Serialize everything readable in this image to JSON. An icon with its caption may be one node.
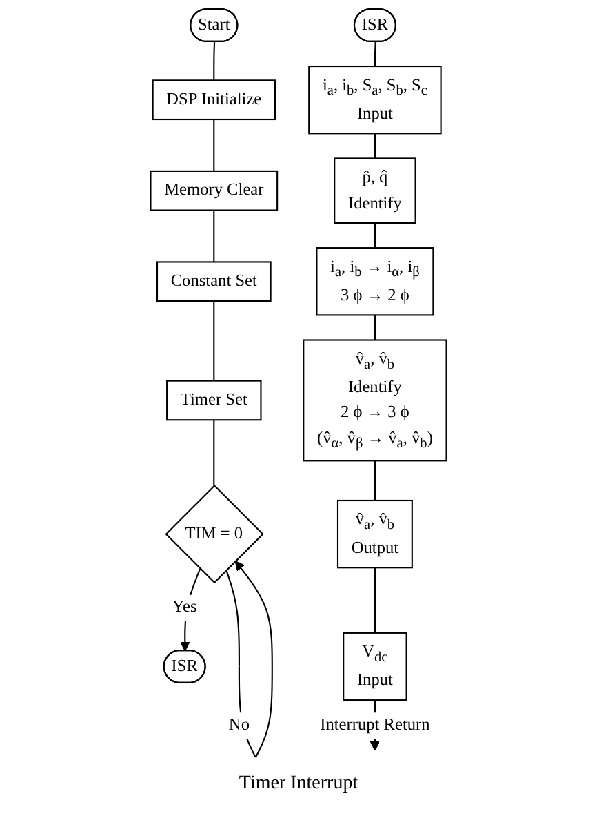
{
  "diagram": {
    "nodes": [
      {
        "text": [
          "Start"
        ]
      },
      {
        "text": [
          "DSP Initialize"
        ]
      },
      {
        "text": [
          "Memory Clear"
        ]
      },
      {
        "text": [
          "Constant Set"
        ]
      },
      {
        "text": [
          "Timer Set"
        ]
      },
      {
        "text": [
          "TIM = 0"
        ]
      },
      {
        "text": [
          "ISR"
        ]
      },
      {
        "text": [
          "ISR"
        ]
      },
      {
        "text": [
          "i$_{a}$, i$_{b}$, S$_{a}$, S$_{b}$, S$_{c}$",
          "Input"
        ]
      },
      {
        "text": [
          "p̂, q̂",
          "Identify"
        ]
      },
      {
        "text": [
          "i$_{a}$, i$_{b}$ → i$_{α}$, i$_{β}$",
          "3 ϕ → 2 ϕ"
        ]
      },
      {
        "text": [
          "v̂$_{a}$, v̂$_{b}$",
          "Identify",
          "2 ϕ → 3 ϕ",
          "(v̂$_{α}$, v̂$_{β}$ → v̂$_{a}$, v̂$_{b}$)"
        ]
      },
      {
        "text": [
          "v̂$_{a}$, v̂$_{b}$",
          "Output"
        ]
      },
      {
        "text": [
          "V$_{dc}$",
          "Input"
        ]
      }
    ],
    "edges": [
      {
        "from": 0,
        "to": 1,
        "arrow": "none"
      },
      {
        "from": 1,
        "to": 2,
        "arrow": "none"
      },
      {
        "from": 2,
        "to": 3,
        "arrow": "none"
      },
      {
        "from": 3,
        "to": 4,
        "arrow": "none"
      },
      {
        "from": 4,
        "to": 5,
        "arrow": "none"
      },
      {
        "from": 5,
        "to": 5,
        "arrow": "to",
        "label": "No"
      },
      {
        "from": 5,
        "to": 6,
        "arrow": "to",
        "label": "Yes"
      },
      {
        "from": 7,
        "to": 8,
        "arrow": "none"
      },
      {
        "from": 8,
        "to": 9,
        "arrow": "none"
      },
      {
        "from": 9,
        "to": 10,
        "arrow": "none"
      },
      {
        "from": 10,
        "to": 11,
        "arrow": "none"
      },
      {
        "from": 11,
        "to": 12,
        "arrow": "none"
      },
      {
        "from": 12,
        "to": 13,
        "arrow": "none"
      },
      {
        "from": 13,
        "to": null,
        "arrow": "to",
        "label": "Interrupt Return"
      }
    ],
    "labels": [
      "Timer Interrupt"
    ]
  }
}
